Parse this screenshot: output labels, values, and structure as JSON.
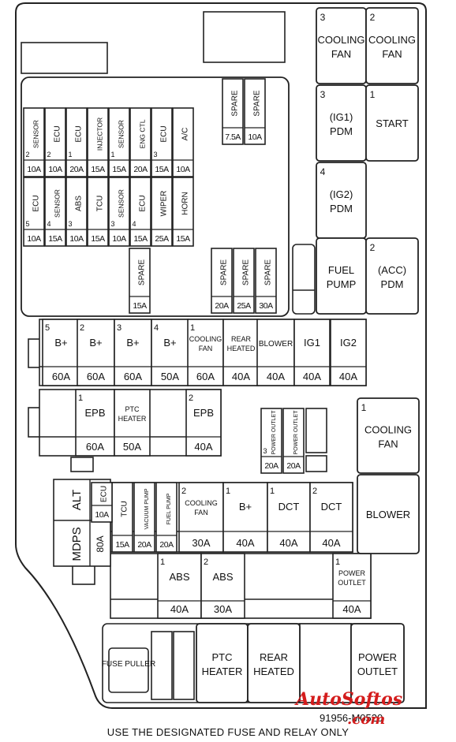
{
  "fuse_boxes": [
    {
      "pin": "2",
      "label": "SENSOR",
      "rating": "10A"
    },
    {
      "pin": "2",
      "label": "ECU",
      "rating": "10A"
    },
    {
      "pin": "1",
      "label": "ECU",
      "rating": "20A"
    },
    {
      "pin": "",
      "label": "INJECTOR",
      "rating": "15A"
    },
    {
      "pin": "1",
      "label": "SENSOR",
      "rating": "15A"
    },
    {
      "pin": "",
      "label": "ENG CTL",
      "rating": "20A"
    },
    {
      "pin": "3",
      "label": "ECU",
      "rating": "15A"
    },
    {
      "pin": "",
      "label": "A/C",
      "rating": "10A"
    },
    {
      "pin": "5",
      "label": "ECU",
      "rating": "10A"
    },
    {
      "pin": "4",
      "label": "SENSOR",
      "rating": "15A"
    },
    {
      "pin": "3",
      "label": "ABS",
      "rating": "10A"
    },
    {
      "pin": "",
      "label": "TCU",
      "rating": "15A"
    },
    {
      "pin": "3",
      "label": "SENSOR",
      "rating": "10A"
    },
    {
      "pin": "4",
      "label": "ECU",
      "rating": "15A"
    },
    {
      "pin": "",
      "label": "WIPER",
      "rating": "25A"
    },
    {
      "pin": "",
      "label": "HORN",
      "rating": "15A"
    },
    {
      "pin": "",
      "label": "SPARE",
      "rating": "7.5A"
    },
    {
      "pin": "",
      "label": "SPARE",
      "rating": "10A"
    },
    {
      "pin": "",
      "label": "SPARE",
      "rating": "15A"
    },
    {
      "pin": "",
      "label": "SPARE",
      "rating": "20A"
    },
    {
      "pin": "",
      "label": "SPARE",
      "rating": "25A"
    },
    {
      "pin": "",
      "label": "SPARE",
      "rating": "30A"
    },
    {
      "pin": "3",
      "label": "POWER OUTLET",
      "rating": "20A"
    },
    {
      "pin": "",
      "label": "POWER OUTLET",
      "rating": "20A"
    },
    {
      "pin": "",
      "label": "TCU",
      "rating": "15A"
    },
    {
      "pin": "",
      "label": "VACUUM PUMP",
      "rating": "20A"
    },
    {
      "pin": "",
      "label": "FUEL PUMP",
      "rating": "20A"
    },
    {
      "pin": "",
      "label": "ECU",
      "rating": "10A"
    }
  ],
  "box_fuses": [
    {
      "pin": "5",
      "label": "B+",
      "rating": "60A"
    },
    {
      "pin": "2",
      "label": "B+",
      "rating": "60A"
    },
    {
      "pin": "3",
      "label": "B+",
      "rating": "60A"
    },
    {
      "pin": "4",
      "label": "B+",
      "rating": "50A"
    },
    {
      "pin": "1",
      "label": "COOLING FAN",
      "rating": "60A"
    },
    {
      "pin": "",
      "label": "REAR HEATED",
      "rating": "40A"
    },
    {
      "pin": "",
      "label": "BLOWER",
      "rating": "40A"
    },
    {
      "pin": "",
      "label": "IG1",
      "rating": "40A"
    },
    {
      "pin": "",
      "label": "IG2",
      "rating": "40A"
    },
    {
      "pin": "1",
      "label": "EPB",
      "rating": "60A"
    },
    {
      "pin": "",
      "label": "PTC HEATER",
      "rating": "50A"
    },
    {
      "pin": "2",
      "label": "EPB",
      "rating": "40A"
    },
    {
      "pin": "2",
      "label": "COOLING FAN",
      "rating": "30A"
    },
    {
      "pin": "1",
      "label": "B+",
      "rating": "40A"
    },
    {
      "pin": "1",
      "label": "DCT",
      "rating": "40A"
    },
    {
      "pin": "2",
      "label": "DCT",
      "rating": "40A"
    },
    {
      "pin": "1",
      "label": "ABS",
      "rating": "40A"
    },
    {
      "pin": "2",
      "label": "ABS",
      "rating": "30A"
    },
    {
      "pin": "1",
      "label": "POWER OUTLET",
      "rating": "40A"
    },
    {
      "pin": "",
      "label": "ALT",
      "rating": ""
    },
    {
      "pin": "",
      "label": "MDPS",
      "rating": "80A"
    }
  ],
  "relays": [
    {
      "pin": "3",
      "label": "COOLING FAN"
    },
    {
      "pin": "2",
      "label": "COOLING FAN"
    },
    {
      "pin": "3",
      "label": "(IG1) PDM"
    },
    {
      "pin": "1",
      "label": "START"
    },
    {
      "pin": "4",
      "label": "(IG2) PDM"
    },
    {
      "pin": "",
      "label": "FUEL PUMP"
    },
    {
      "pin": "2",
      "label": "(ACC) PDM"
    },
    {
      "pin": "1",
      "label": "COOLING FAN"
    },
    {
      "pin": "",
      "label": "BLOWER"
    },
    {
      "pin": "",
      "label": "PTC HEATER"
    },
    {
      "pin": "",
      "label": "REAR HEATED"
    },
    {
      "pin": "",
      "label": "POWER OUTLET"
    }
  ],
  "fuse_puller": "FUSE PULLER",
  "part_number": "91956-M0520",
  "footer": "USE THE DESIGNATED FUSE AND RELAY ONLY",
  "watermark": "AutoSoftos",
  "watermark_suffix": ".com"
}
